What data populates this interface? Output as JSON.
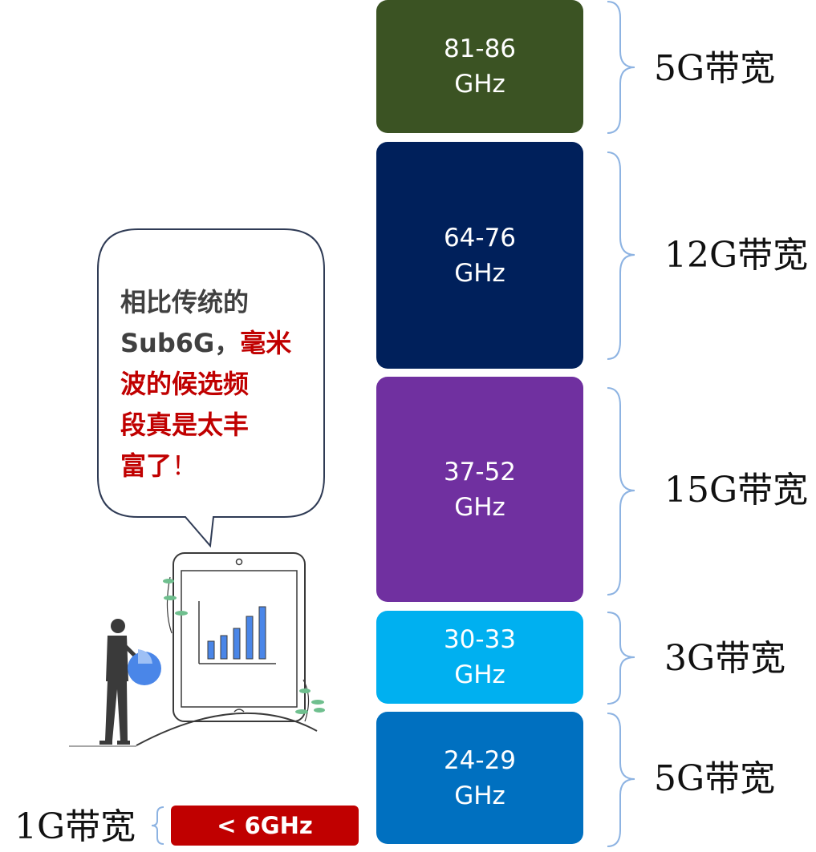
{
  "bands": [
    {
      "range": "81-86",
      "unit": "GHz",
      "bandwidth": "5G带宽",
      "color": "#3b5323"
    },
    {
      "range": "64-76",
      "unit": "GHz",
      "bandwidth": "12G带宽",
      "color": "#00205b"
    },
    {
      "range": "37-52",
      "unit": "GHz",
      "bandwidth": "15G带宽",
      "color": "#7030a0"
    },
    {
      "range": "30-33",
      "unit": "GHz",
      "bandwidth": "3G带宽",
      "color": "#00b0f0"
    },
    {
      "range": "24-29",
      "unit": "GHz",
      "bandwidth": "5G带宽",
      "color": "#0070c0"
    }
  ],
  "sub6": {
    "label": "< 6GHz",
    "bandwidth": "1G带宽",
    "color": "#c00000"
  },
  "bubble": {
    "part1": "相比传统的",
    "part2": "Sub6G，",
    "highlight1": "毫米",
    "highlight2": "波的候选频",
    "highlight3": "段真是太丰",
    "highlight4": "富了",
    "exclaim": "！"
  },
  "bracket_color": "#8db3e2"
}
